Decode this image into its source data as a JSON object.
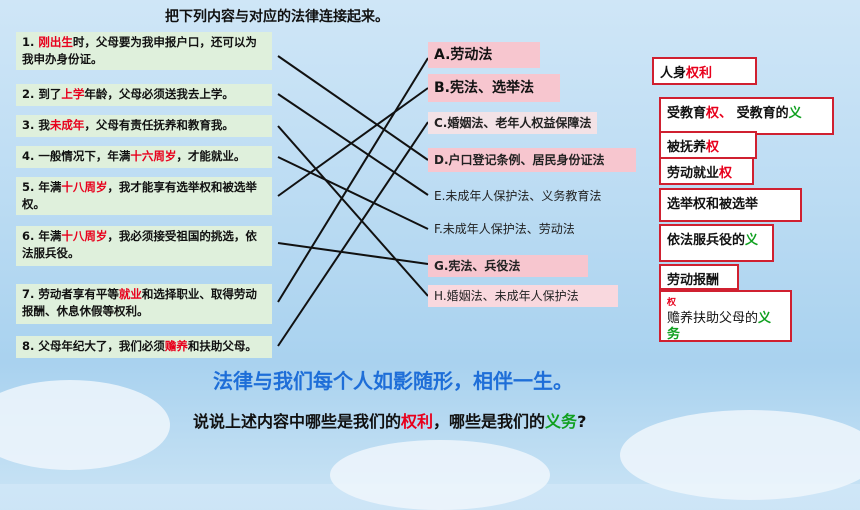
{
  "title": "把下列内容与对应的法律连接起来。",
  "left_items": [
    {
      "num": "1. ",
      "pre": "",
      "hl": "刚出生",
      "post": "时，父母要为我申报户口，还可以为我申办身份证。"
    },
    {
      "num": "2. ",
      "pre": "到了",
      "hl": "上学",
      "post": "年龄，父母必须送我去上学。"
    },
    {
      "num": "3. ",
      "pre": "我",
      "hl": "未成年",
      "post": "，父母有责任抚养和教育我。"
    },
    {
      "num": "4. ",
      "pre": "一般情况下，年满",
      "hl": "十六周岁",
      "post": "，才能就业。"
    },
    {
      "num": "5. ",
      "pre": "年满",
      "hl": "十八周岁",
      "post": "，我才能享有选举权和被选举权。"
    },
    {
      "num": "6. ",
      "pre": "年满",
      "hl": "十八周岁",
      "post": "，我必须接受祖国的挑选，依法服兵役。"
    },
    {
      "num": "7. ",
      "pre": "劳动者享有平等",
      "hl": "就业",
      "post": "和选择职业、取得劳动报酬、休息休假等权利。"
    },
    {
      "num": "8. ",
      "pre": "父母年纪大了，我们必须",
      "hl": "赡养",
      "post": "和扶助父母。"
    }
  ],
  "laws": [
    "A.劳动法",
    "B.宪法、选举法",
    "C.婚姻法、老年人权益保障法",
    "D.户口登记条例、居民身份证法",
    "E.未成年人保护法、义务教育法",
    "F.未成年人保护法、劳动法",
    "G.宪法、兵役法",
    "H.婚姻法、未成年人保护法"
  ],
  "right_cards": [
    {
      "a": "人身",
      "b": "权利",
      "c": ""
    },
    {
      "a": "受教育",
      "b": "权、",
      "c": "受教育的",
      "d": "义"
    },
    {
      "a": "被抚养",
      "b": "权",
      "c": ""
    },
    {
      "a": "劳动就业",
      "b": "权",
      "c": ""
    },
    {
      "a": "选举权和被选举",
      "b": "",
      "c": ""
    },
    {
      "a": "依法服兵役的",
      "b": "",
      "c": "",
      "d": "义"
    },
    {
      "a": "劳动报酬",
      "b": "",
      "c": ""
    },
    {
      "a": "赡养扶助父母的",
      "b": "权",
      "c": "",
      "d": "义务"
    }
  ],
  "slogan": "法律与我们每个人如影随形，相伴一生。",
  "question": {
    "pre": "说说上述内容中哪些是我们的",
    "right": "权利",
    "mid": "，哪些是我们的",
    "duty": "义务",
    "post": "?"
  },
  "colors": {
    "red": "#e8001c",
    "green": "#10a020",
    "blue": "#1e6ed8",
    "pink": "#f7c6cf",
    "card_border": "#d02030"
  }
}
